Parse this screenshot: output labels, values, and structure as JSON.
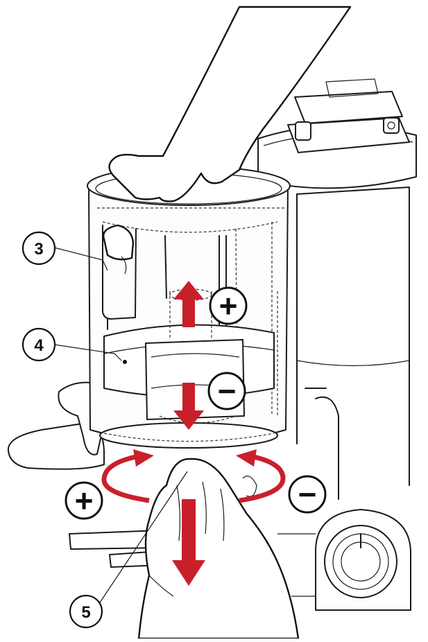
{
  "callouts": [
    {
      "id": "3",
      "label": "3"
    },
    {
      "id": "4",
      "label": "4"
    },
    {
      "id": "5",
      "label": "5"
    }
  ],
  "signs": {
    "plus": "+",
    "minus": "−"
  },
  "colors": {
    "arrow": "#c8202b",
    "line": "#1a1a1a",
    "background": "#ffffff"
  }
}
